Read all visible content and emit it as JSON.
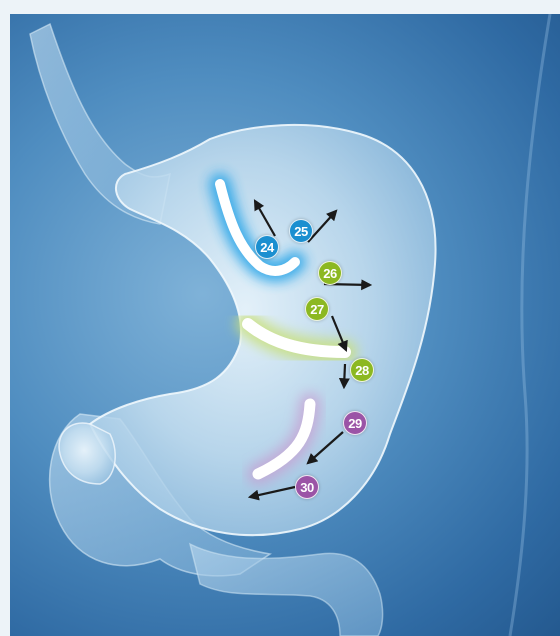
{
  "markers": [
    {
      "label": "24",
      "color": "#1b8fd0"
    },
    {
      "label": "25",
      "color": "#1b8fd0"
    },
    {
      "label": "26",
      "color": "#8cb821"
    },
    {
      "label": "27",
      "color": "#8cb821"
    },
    {
      "label": "28",
      "color": "#8cb821"
    },
    {
      "label": "29",
      "color": "#9b54a6"
    },
    {
      "label": "30",
      "color": "#9b54a6"
    }
  ],
  "colors": {
    "background": "#4f8dc0",
    "blue_zone": "#1b8fd0",
    "green_zone": "#8cb821",
    "purple_zone": "#9b54a6",
    "arrow": "#1a1a1a"
  },
  "illustration": "stomach-anatomy"
}
